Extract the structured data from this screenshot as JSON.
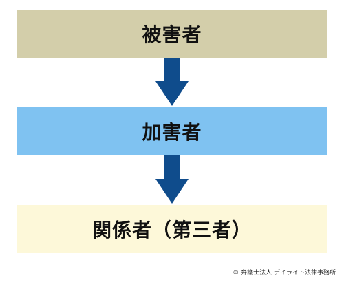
{
  "boxes": [
    {
      "label": "被害者",
      "color": "#d3ceaa"
    },
    {
      "label": "加害者",
      "color": "#7fc2f1"
    },
    {
      "label": "関係者（第三者）",
      "color": "#fdf8d9"
    }
  ],
  "arrow_color": "#0f4c8c",
  "copyright": "© 弁護士法人 デイライト法律事務所"
}
